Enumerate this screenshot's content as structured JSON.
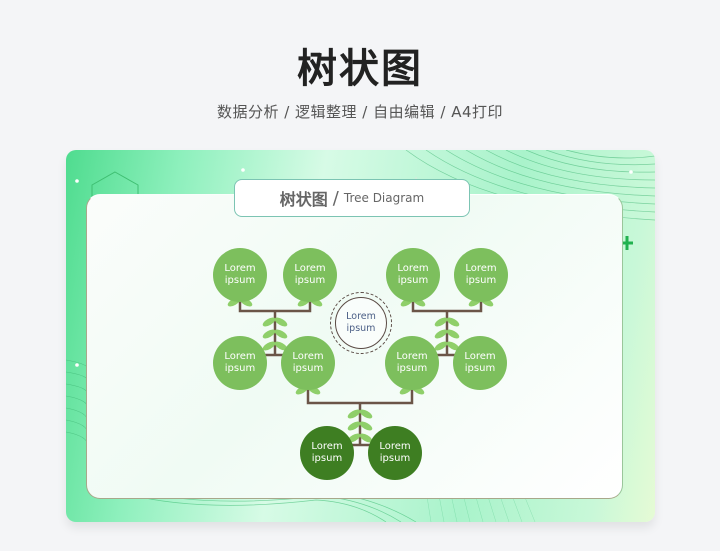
{
  "header": {
    "title": "树状图",
    "subtitle": "数据分析 / 逻辑整理 / 自由编辑 / A4打印"
  },
  "slide": {
    "title_cn": "树状图",
    "title_separator": "/",
    "title_en": "Tree Diagram"
  },
  "colors": {
    "light_node": "#7dbf5d",
    "dark_node": "#3e7e22",
    "branch": "#6b5548",
    "leaf": "#8fcf6a",
    "center_text": "#4b5e86"
  },
  "tree": {
    "center": {
      "line1": "Lorem",
      "line2": "ipsum"
    },
    "left_group": {
      "top_left": {
        "line1": "Lorem",
        "line2": "ipsum"
      },
      "top_right": {
        "line1": "Lorem",
        "line2": "ipsum"
      },
      "mid_left": {
        "line1": "Lorem",
        "line2": "ipsum"
      },
      "mid_right": {
        "line1": "Lorem",
        "line2": "ipsum"
      }
    },
    "right_group": {
      "top_left": {
        "line1": "Lorem",
        "line2": "ipsum"
      },
      "top_right": {
        "line1": "Lorem",
        "line2": "ipsum"
      },
      "mid_left": {
        "line1": "Lorem",
        "line2": "ipsum"
      },
      "mid_right": {
        "line1": "Lorem",
        "line2": "ipsum"
      }
    },
    "root": {
      "left": {
        "line1": "Lorem",
        "line2": "ipsum"
      },
      "right": {
        "line1": "Lorem",
        "line2": "ipsum"
      }
    }
  }
}
